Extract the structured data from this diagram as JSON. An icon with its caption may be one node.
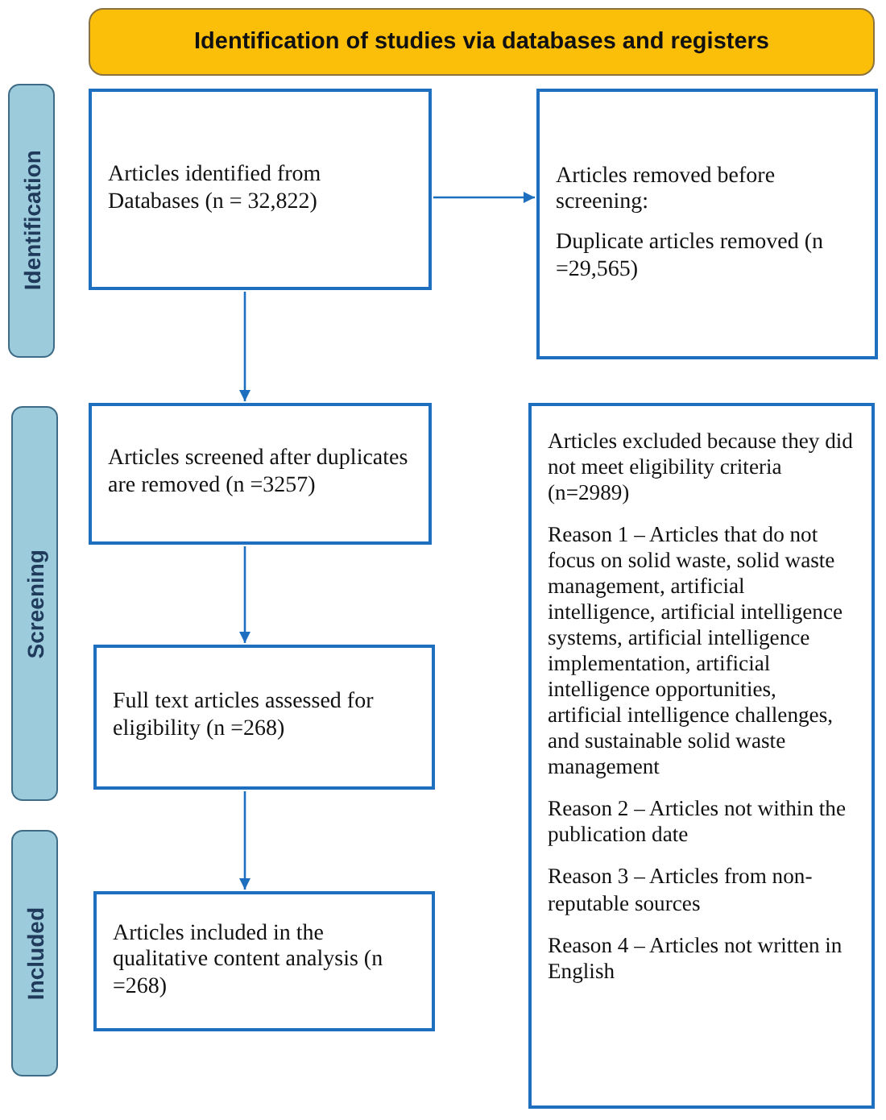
{
  "diagram": {
    "nodes": [
      {
        "text": [
          "Identification of studies via databases and registers"
        ]
      },
      {
        "text": [
          "Identification"
        ]
      },
      {
        "text": [
          "Articles identified from Databases (n = 32,822)"
        ]
      },
      {
        "text": [
          "Articles removed before screening:",
          "Duplicate articles removed (n =29,565)"
        ]
      },
      {
        "text": [
          "Screening"
        ]
      },
      {
        "text": [
          "Articles screened after duplicates are removed (n =3257)"
        ]
      },
      {
        "text": [
          "Articles excluded because they did not meet eligibility criteria (n=2989)",
          "Reason 1 – Articles that do not focus on solid waste, solid waste management, artificial intelligence, artificial intelligence systems, artificial intelligence implementation, artificial intelligence opportunities, artificial intelligence challenges, and sustainable solid waste management",
          "Reason 2 – Articles not within the publication date",
          "Reason 3 – Articles from non-reputable sources",
          "Reason 4 – Articles not written in English"
        ]
      },
      {
        "text": [
          "Full text articles assessed for eligibility (n =268)"
        ]
      },
      {
        "text": [
          "Included"
        ]
      },
      {
        "text": [
          "Articles included in the qualitative content analysis (n =268)"
        ]
      }
    ],
    "edges": [
      {
        "from": 2,
        "to": 3,
        "arrow": "to"
      },
      {
        "from": 2,
        "to": 5,
        "arrow": "to"
      },
      {
        "from": 5,
        "to": 7,
        "arrow": "to"
      },
      {
        "from": 7,
        "to": 9,
        "arrow": "to"
      }
    ]
  }
}
